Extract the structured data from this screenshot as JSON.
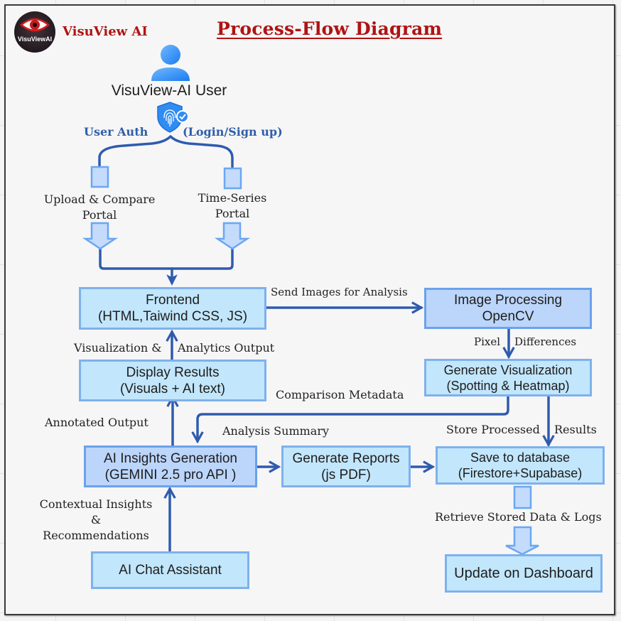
{
  "header": {
    "logo_text": "VisuViewAI",
    "brand_name": "VisuView AI",
    "title": "Process-Flow Diagram",
    "brand_color": "#b01313"
  },
  "user": {
    "icon": "user-icon",
    "label": "VisuView-AI User"
  },
  "auth": {
    "icon": "fingerprint-shield-icon",
    "left_label": "User Auth",
    "right_label": "(Login/Sign up)",
    "label_color": "#2f5eaa"
  },
  "portals": {
    "upload_compare": [
      "Upload & Compare",
      "Portal"
    ],
    "time_series": [
      "Time-Series",
      "Portal"
    ]
  },
  "nodes": {
    "frontend": [
      "Frontend",
      "(HTML,Taiwind CSS, JS)"
    ],
    "image_processing": [
      "Image Processing",
      "OpenCV"
    ],
    "display_results": [
      "Display Results",
      "(Visuals + AI text)"
    ],
    "generate_visualization": [
      "Generate Visualization",
      "(Spotting & Heatmap)"
    ],
    "ai_insights": [
      "AI Insights Generation",
      "(GEMINI 2.5 pro API )"
    ],
    "generate_reports": [
      "Generate Reports",
      "(js PDF)"
    ],
    "save_database": [
      "Save to database",
      "(Firestore+Supabase)"
    ],
    "ai_chat": [
      "AI Chat Assistant"
    ],
    "update_dashboard": [
      "Update on Dashboard"
    ]
  },
  "edge_labels": {
    "send_images": "Send Images for Analysis",
    "vis_left": "Visualization &",
    "vis_right": "Analytics Output",
    "pixel": "Pixel",
    "differences": "Differences",
    "comparison_metadata": "Comparison Metadata",
    "annotated_output": "Annotated Output",
    "analysis_summary": "Analysis Summary",
    "store_processed": "Store Processed",
    "results": "Results",
    "contextual": [
      "Contextual Insights",
      "&",
      "Recommendations"
    ],
    "retrieve": "Retrieve Stored Data & Logs"
  },
  "colors": {
    "connector": "#2f5bae",
    "box_fill": "#c2e6fb",
    "box_border": "#7fb1ec",
    "box_fill_dark": "#bcd5fa",
    "block_arrow_fill": "#c4dbfb",
    "block_arrow_border": "#6aa7f3"
  }
}
